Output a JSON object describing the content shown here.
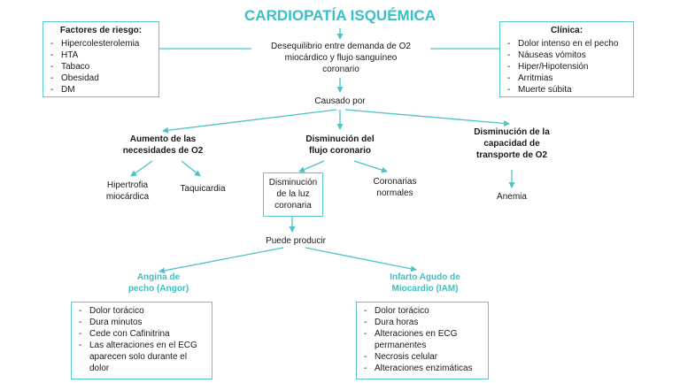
{
  "title": "CARDIOPATÍA ISQUÉMICA",
  "definition": [
    "Desequilibrio entre demanda de O2",
    "miocárdico y flujo sanguíneo",
    "coronario"
  ],
  "risk_factors": {
    "header": "Factores de riesgo:",
    "items": [
      "Hipercolesterolemia",
      "HTA",
      "Tabaco",
      "Obesidad",
      "DM"
    ]
  },
  "clinic": {
    "header": "Clínica:",
    "items": [
      "Dolor intenso en el pecho",
      "Náuseas vómitos",
      "Hiper/Hipotensión",
      "Arritmias",
      "Muerte súbita"
    ]
  },
  "caused_by": "Causado por",
  "causes": {
    "increase": [
      "Aumento de las",
      "necesidades de O2"
    ],
    "flow": [
      "Disminución del",
      "flujo coronario"
    ],
    "capacity": [
      "Disminución de la",
      "capacidad de",
      "transporte de O2"
    ]
  },
  "increase_children": {
    "hypertrophy": [
      "Hipertrofia",
      "miocárdica"
    ],
    "tachycardia": [
      "Taquicardia"
    ]
  },
  "flow_children": {
    "lumen": [
      "Disminución",
      "de la luz",
      "coronaria"
    ],
    "normal": [
      "Coronarias",
      "normales"
    ]
  },
  "capacity_child": "Anemia",
  "can_produce": "Puede producir",
  "angina": {
    "title": [
      "Angina de",
      "pecho (Angor)"
    ],
    "items": [
      "Dolor torácico",
      "Dura minutos",
      "Cede con Cafinitrina",
      "Las alteraciones en el ECG aparecen solo durante el dolor"
    ]
  },
  "infarct": {
    "title": [
      "Infarto Agudo de",
      "Miocardio (IAM)"
    ],
    "items": [
      "Dolor torácico",
      "Dura horas",
      "Alteraciones en ECG permanentes",
      "Necrosis celular",
      "Alteraciones enzimáticas"
    ]
  },
  "colors": {
    "accent": "#3bbfc4",
    "arrow": "#4cc3c8",
    "box_border": "#5cc7cc"
  }
}
